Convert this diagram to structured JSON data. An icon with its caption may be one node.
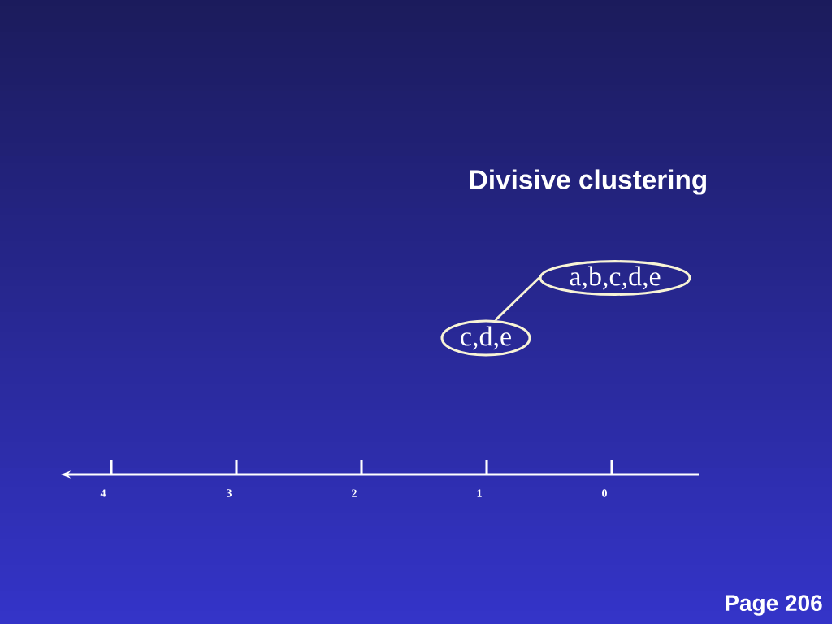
{
  "diagram": {
    "title": "Divisive clustering",
    "nodes": [
      {
        "text": [
          "a,b,c,d,e"
        ]
      },
      {
        "text": [
          "c,d,e"
        ]
      }
    ],
    "edges": [
      {
        "from": 0,
        "to": 1,
        "arrow": "none"
      }
    ],
    "labels": [
      "4",
      "3",
      "2",
      "1",
      "0",
      "Page 206"
    ]
  }
}
